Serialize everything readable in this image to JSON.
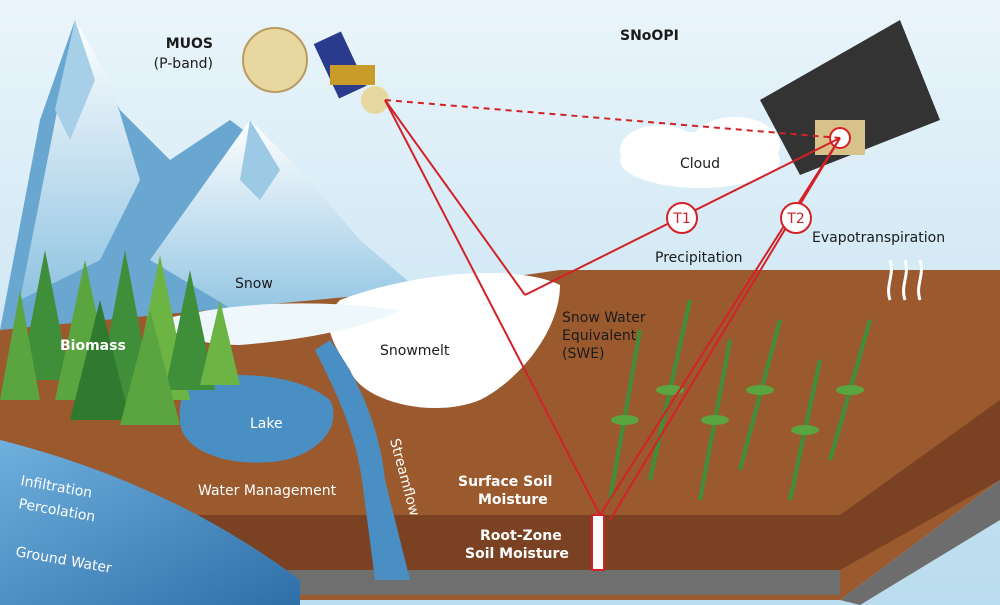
{
  "labels": {
    "muos": "MUOS",
    "muos_band": "(P-band)",
    "snoopi": "SNoOPI",
    "cloud": "Cloud",
    "t1": "T1",
    "t2": "T2",
    "precipitation": "Precipitation",
    "evapotranspiration": "Evapotranspiration",
    "snow": "Snow",
    "biomass": "Biomass",
    "snowmelt": "Snowmelt",
    "swe_line1": "Snow Water",
    "swe_line2": "Equivalent",
    "swe_line3": "(SWE)",
    "lake": "Lake",
    "streamflow": "Streamflow",
    "water_management": "Water Management",
    "surface_soil_line1": "Surface Soil",
    "surface_soil_line2": "Moisture",
    "root_zone_line1": "Root-Zone",
    "root_zone_line2": "Soil Moisture",
    "infiltration": "Infiltration",
    "percolation": "Percolation",
    "ground_water": "Ground Water"
  },
  "colors": {
    "sky": "#cfe6f2",
    "soil": "#9a5a2e",
    "soil_dark": "#7a4222",
    "water": "#4a8fc4",
    "snow": "#ffffff",
    "signal_red": "#d32128",
    "tree_green": "#3f8f3a"
  }
}
